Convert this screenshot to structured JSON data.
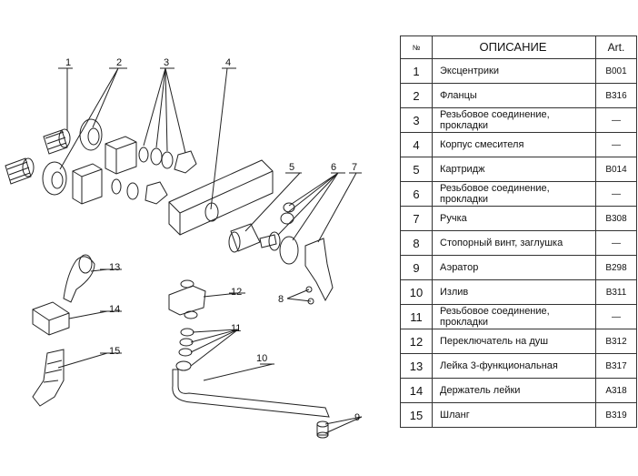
{
  "diagram": {
    "callouts": [
      "1",
      "2",
      "3",
      "4",
      "5",
      "6",
      "7",
      "8",
      "9",
      "10",
      "11",
      "12",
      "13",
      "14",
      "15"
    ]
  },
  "table": {
    "headers": {
      "no": "№",
      "description": "ОПИСАНИЕ",
      "article": "Art."
    },
    "rows": [
      {
        "no": "1",
        "description": "Эксцентрики",
        "article": "B001"
      },
      {
        "no": "2",
        "description": "Фланцы",
        "article": "B316"
      },
      {
        "no": "3",
        "description": "Резьбовое соединение, прокладки",
        "article": "—"
      },
      {
        "no": "4",
        "description": "Корпус смесителя",
        "article": "—"
      },
      {
        "no": "5",
        "description": "Картридж",
        "article": "B014"
      },
      {
        "no": "6",
        "description": "Резьбовое соединение, прокладки",
        "article": "—"
      },
      {
        "no": "7",
        "description": "Ручка",
        "article": "B308"
      },
      {
        "no": "8",
        "description": "Стопорный винт, заглушка",
        "article": "—"
      },
      {
        "no": "9",
        "description": "Аэратор",
        "article": "B298"
      },
      {
        "no": "10",
        "description": "Излив",
        "article": "B311"
      },
      {
        "no": "11",
        "description": "Резьбовое соединение, прокладки",
        "article": "—"
      },
      {
        "no": "12",
        "description": "Переключатель на душ",
        "article": "B312"
      },
      {
        "no": "13",
        "description": "Лейка 3-функциональная",
        "article": "B317"
      },
      {
        "no": "14",
        "description": "Держатель лейки",
        "article": "A318"
      },
      {
        "no": "15",
        "description": "Шланг",
        "article": "B319"
      }
    ]
  }
}
